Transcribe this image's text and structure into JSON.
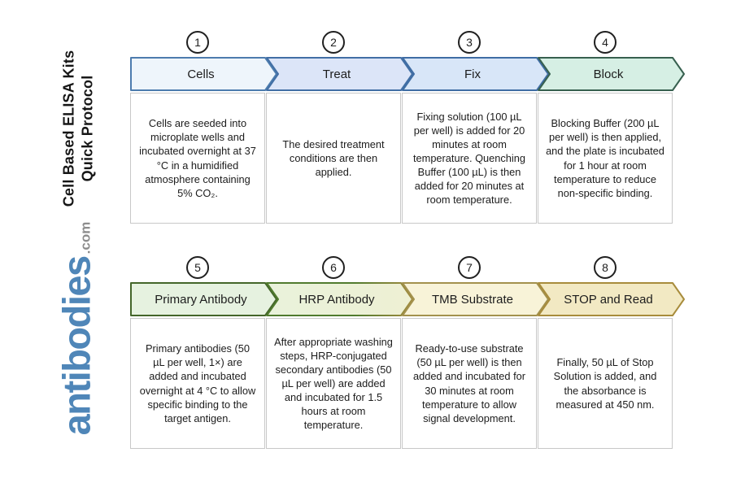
{
  "page": {
    "background": "#ffffff"
  },
  "branding": {
    "title_line1": "Cell Based ELISA Kits",
    "title_line2": "Quick Protocol",
    "logo_text": "antibodies",
    "logo_suffix": ".com",
    "logo_color": "#4f86b8",
    "logo_suffix_color": "#8d8d8d"
  },
  "steps": [
    {
      "number": "1",
      "title": "Cells",
      "description": "Cells are seeded into microplate wells and incubated overnight at 37 °C in a humidified atmosphere containing 5% CO₂.",
      "fill_color": "#eef5fb",
      "border_color": "#4d7cae"
    },
    {
      "number": "2",
      "title": "Treat",
      "description": "The desired treatment conditions are then applied.",
      "fill_color": "#dce5f8",
      "border_color": "#426fa5"
    },
    {
      "number": "3",
      "title": "Fix",
      "description": "Fixing solution (100 µL per well) is added for 20 minutes at room temperature. Quenching Buffer (100 µL) is then added for 20 minutes at room temperature.",
      "fill_color": "#d8e6f8",
      "border_color": "#3f6da4"
    },
    {
      "number": "4",
      "title": "Block",
      "description": "Blocking Buffer (200 µL per well) is then applied, and the plate is incubated for 1 hour at room temperature to reduce non-specific binding.",
      "fill_color": "#d6efe4",
      "border_color": "#37604f"
    },
    {
      "number": "5",
      "title": "Primary Antibody",
      "description": "Primary antibodies (50 µL per well, 1×) are added and incubated overnight at 4 °C to allow specific binding to the target antigen.",
      "fill_color": "#e6f2e0",
      "border_color": "#44662a"
    },
    {
      "number": "6",
      "title": "HRP Antibody",
      "description": "After appropriate washing steps, HRP-conjugated secondary antibodies (50 µL per well) are added and incubated for 1.5 hours at room temperature.",
      "fill_color": "#e9f2db",
      "fill_color_end": "#eef0d3",
      "border_color": "#507b2e",
      "border_color_end": "#a28c40"
    },
    {
      "number": "7",
      "title": "TMB Substrate",
      "description": "Ready-to-use substrate (50 µL per well) is then added and incubated for 30 minutes at room temperature to allow signal development.",
      "fill_color": "#f8f3d8",
      "border_color": "#a3914d"
    },
    {
      "number": "8",
      "title": "STOP and Read",
      "description": "Finally, 50 µL of Stop Solution is added, and the absorbance is measured at 450 nm.",
      "fill_color": "#f2e9c3",
      "border_color": "#a88c3c"
    }
  ]
}
